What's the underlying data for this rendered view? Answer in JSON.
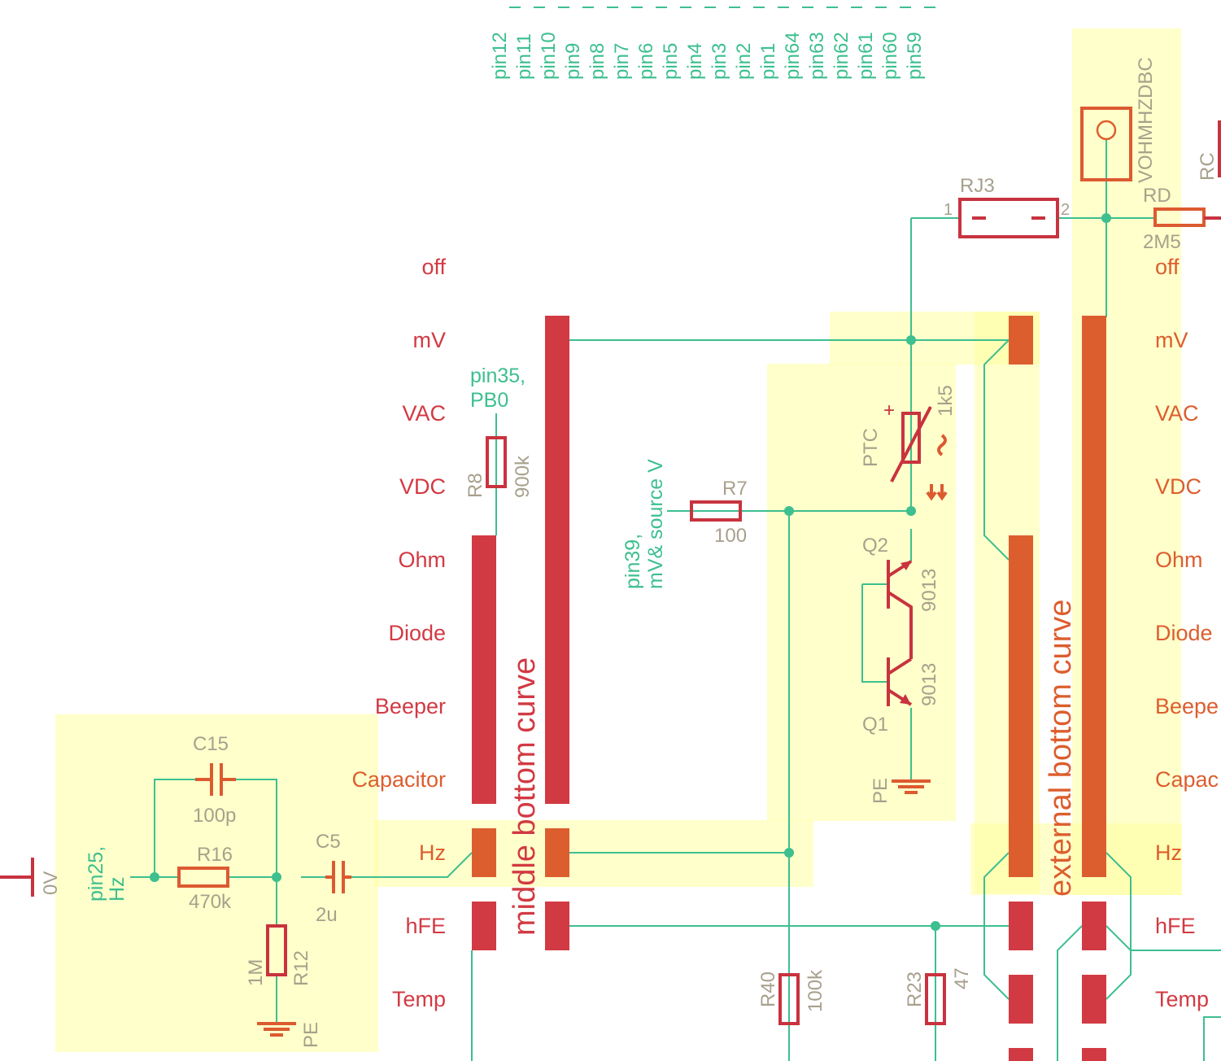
{
  "pin_header": {
    "labels": [
      "pin12",
      "pin11",
      "pin10",
      "pin9",
      "pin8",
      "pin7",
      "pin6",
      "pin5",
      "pin4",
      "pin3",
      "pin2",
      "pin1",
      "pin64",
      "pin63",
      "pin62",
      "pin61",
      "pin60",
      "pin59"
    ]
  },
  "mode_labels_left": [
    "off",
    "mV",
    "VAC",
    "VDC",
    "Ohm",
    "Diode",
    "Beeper",
    "Capacitor",
    "Hz",
    "hFE",
    "Temp"
  ],
  "mode_labels_right": [
    "off",
    "mV",
    "VAC",
    "VDC",
    "Ohm",
    "Diode",
    "Beepe",
    "Capac",
    "Hz",
    "hFE",
    "Temp"
  ],
  "components": {
    "r8": {
      "ref": "R8",
      "value": "900k"
    },
    "r7": {
      "ref": "R7",
      "value": "100"
    },
    "ptc": {
      "ref": "PTC",
      "value": "1k5"
    },
    "q2": {
      "ref": "Q2",
      "value": "9013"
    },
    "q1": {
      "ref": "Q1",
      "value": "9013"
    },
    "rj3": {
      "ref": "RJ3",
      "pin1": "1",
      "pin2": "2"
    },
    "rd": {
      "ref": "RD",
      "value": "2M5"
    },
    "rc": {
      "ref": "RC"
    },
    "c15": {
      "ref": "C15",
      "value": "100p"
    },
    "r16": {
      "ref": "R16",
      "value": "470k"
    },
    "c5": {
      "ref": "C5",
      "value": "2u"
    },
    "r12": {
      "ref": "R12",
      "value": "1M"
    },
    "r40": {
      "ref": "R40",
      "value": "100k"
    },
    "r23": {
      "ref": "R23",
      "value": "47"
    },
    "vohm": {
      "ref": "VOHMHZDBC"
    }
  },
  "nets": {
    "pin35_l1": "pin35,",
    "pin35_l2": "PB0",
    "pin39_l1": "pin39,",
    "pin39_l2": "mV& source V",
    "pin25_l1": "pin25,",
    "pin25_l2": "Hz",
    "zero_v": "0V",
    "pe": "PE",
    "plus": "+"
  },
  "switch_labels": {
    "middle": "middle bottom curve",
    "external": "external bottom curve"
  },
  "colors": {
    "wire": "#3dbf8f",
    "red": "#d23a43",
    "orange": "#dc5e2e",
    "gray": "#a8a08c",
    "highlight": "#ffffa0"
  }
}
